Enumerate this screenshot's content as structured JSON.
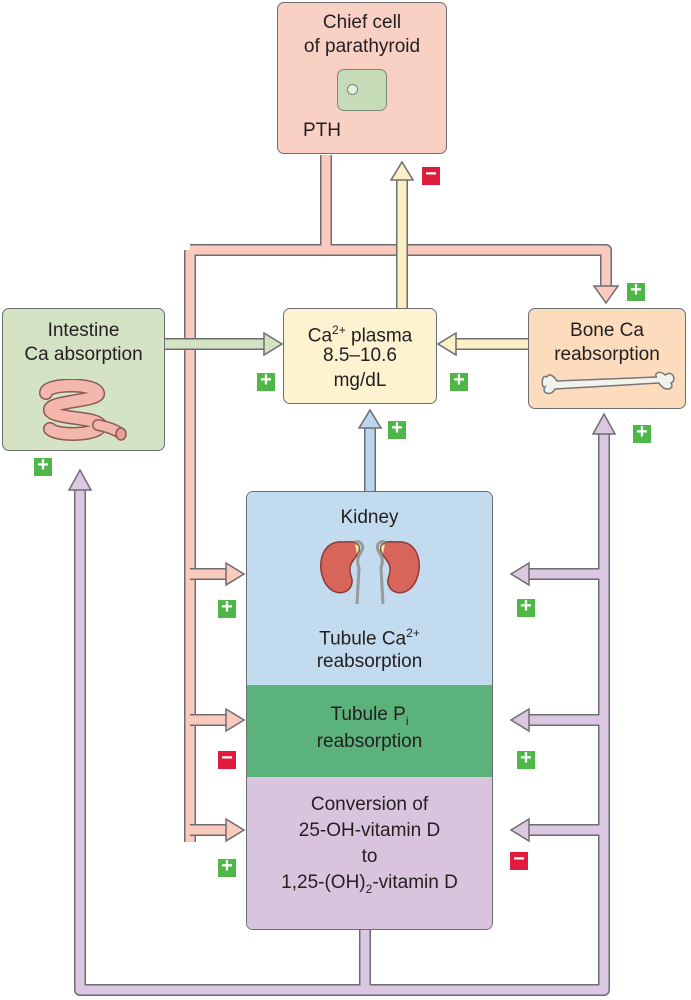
{
  "parathyroid": {
    "line1": "Chief cell",
    "line2": "of parathyroid",
    "hormone": "PTH"
  },
  "plasma": {
    "ca": "Ca",
    "ca_sup": "2+",
    "ca_rest": " plasma",
    "range": "8.5–10.6",
    "units": "mg/dL"
  },
  "intestine": {
    "line1": "Intestine",
    "line2": "Ca absorption"
  },
  "bone": {
    "line1": "Bone Ca",
    "line2": "reabsorption"
  },
  "kidney": {
    "title": "Kidney",
    "tubule_ca": {
      "pre": "Tubule Ca",
      "sup": "2+",
      "line2": "reabsorption"
    },
    "tubule_pi": {
      "pre": "Tubule P",
      "sub": "i",
      "line2": "reabsorption"
    },
    "conversion": {
      "line1": "Conversion of",
      "line2": "25-OH-vitamin D",
      "line3": "to",
      "line4_pre": "1,25-(OH)",
      "line4_sub": "2",
      "line4_post": "-vitamin D"
    }
  },
  "signs": {
    "plus": "+",
    "minus": "−"
  },
  "colors": {
    "parathyroid_fill": "#f9d0c4",
    "plasma_fill": "#fdf3d0",
    "intestine_fill": "#d4e3c4",
    "bone_fill": "#fcdcbd",
    "kidney_blue": "#c3dbef",
    "kidney_green": "#5bb27a",
    "kidney_purple": "#d9c4de",
    "pth_pathway": "#f9cabd",
    "calcium_pathway": "#fbf0c4",
    "vitd_pathway": "#dcc7e2",
    "kidney_pathway": "#bcd6ef",
    "plus_sign": "#4eb748",
    "minus_sign": "#e11b3b"
  }
}
